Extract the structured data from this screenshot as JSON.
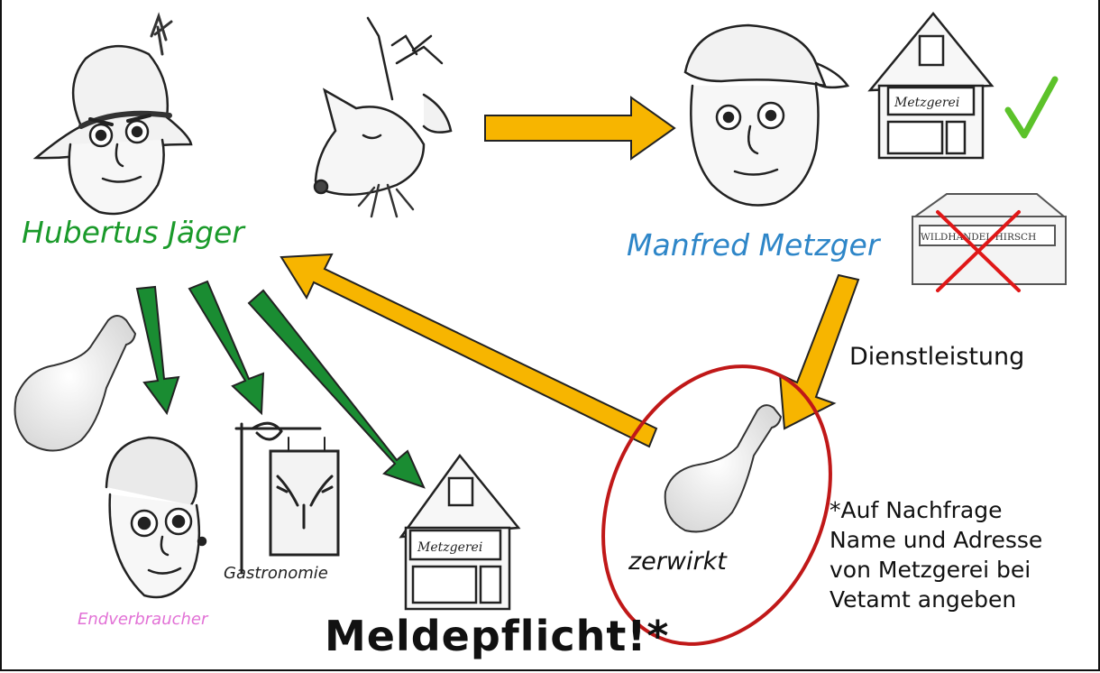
{
  "people": {
    "hubertus": "Hubertus Jäger",
    "manfred": "Manfred Metzger",
    "endverbraucher": "Endverbraucher"
  },
  "labels": {
    "dienstleistung": "Dienstleistung",
    "zerwirkt": "zerwirkt",
    "gastronomie": "Gastronomie",
    "meldepflicht": "Meldepflicht!*"
  },
  "signs": {
    "metzgerei": "Metzgerei",
    "wildhandel": "WILDHANDEL HIRSCH"
  },
  "footnote": {
    "lines": [
      "*Auf Nachfrage",
      "Name und Adresse",
      "von Metzgerei bei",
      "Vetamt angeben"
    ]
  },
  "colors": {
    "hubertus": "#1a9a2a",
    "manfred": "#2e86c8",
    "endverbraucher": "#e272d6",
    "yellow_arrow": "#f7b500",
    "green_arrow": "#1a8c32",
    "red_circle": "#c01818",
    "check": "#5cc22a",
    "cross": "#e01818"
  }
}
